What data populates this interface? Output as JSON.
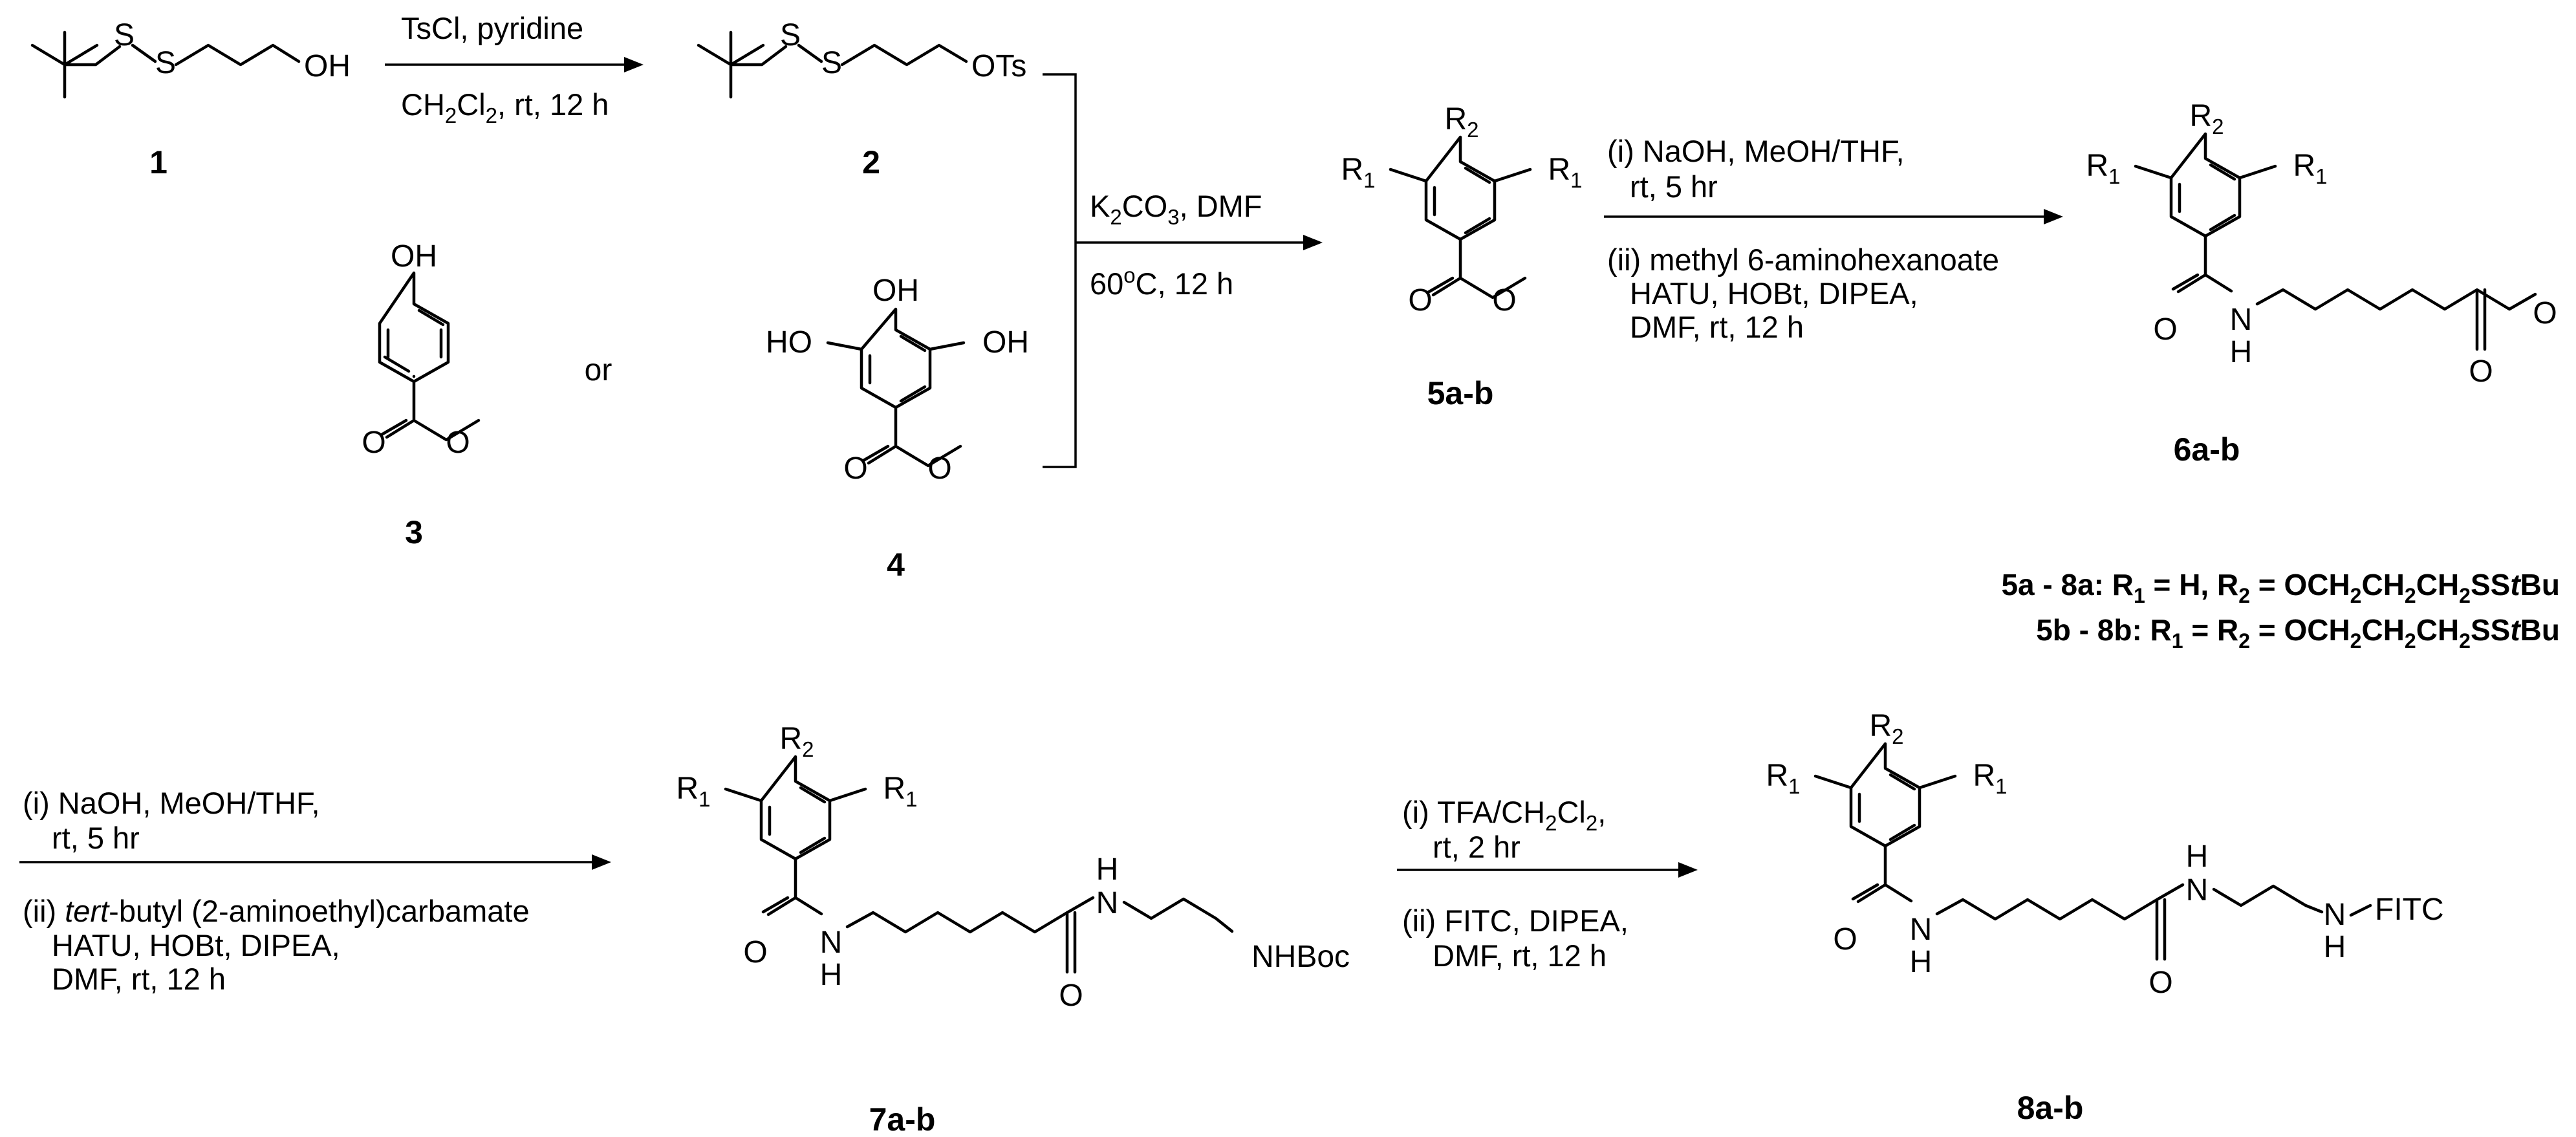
{
  "compounds": {
    "c1": {
      "label": "1",
      "oh": "OH"
    },
    "c2": {
      "label": "2",
      "ots": "OTs"
    },
    "c3": {
      "label": "3",
      "oh": "OH",
      "o": "O",
      "o2": "O"
    },
    "c4": {
      "label": "4",
      "oh_top": "OH",
      "oh_left": "HO",
      "oh_right": "OH",
      "o": "O",
      "o2": "O"
    },
    "c5": {
      "label": "5a-b",
      "r1": "R",
      "r2": "R",
      "sub1": "1",
      "sub2": "2",
      "o": "O",
      "o2": "O"
    },
    "c6": {
      "label": "6a-b",
      "r1": "R",
      "r2": "R",
      "sub1": "1",
      "sub2": "2",
      "o": "O",
      "n": "N",
      "h": "H",
      "o2": "O",
      "o3": "O"
    },
    "c7": {
      "label": "7a-b",
      "r1": "R",
      "r2": "R",
      "sub1": "1",
      "sub2": "2",
      "o": "O",
      "n": "N",
      "h": "H",
      "o2": "O",
      "nboc": "NHBoc"
    },
    "c8": {
      "label": "8a-b",
      "r1": "R",
      "r2": "R",
      "sub1": "1",
      "sub2": "2",
      "o": "O",
      "n": "N",
      "h": "H",
      "o2": "O",
      "fitc": "FITC"
    }
  },
  "atoms": {
    "s": "S"
  },
  "or_text": "or",
  "reactions": {
    "step1": {
      "top": "TsCl, pyridine",
      "bottom_a": "CH",
      "bottom_sub1": "2",
      "bottom_b": "Cl",
      "bottom_sub2": "2",
      "bottom_c": ", rt, 12 h"
    },
    "step2": {
      "top_a": "K",
      "top_sub1": "2",
      "top_b": "CO",
      "top_sub2": "3",
      "top_c": ", DMF",
      "bottom_a": "60",
      "bottom_sup": "o",
      "bottom_b": "C, 12 h"
    },
    "step3": {
      "line1": "(i) NaOH, MeOH/THF,",
      "line2": "rt, 5 hr",
      "line3": "(ii) methyl 6-aminohexanoate",
      "line4": "HATU, HOBt, DIPEA,",
      "line5": "DMF, rt, 12 h"
    },
    "step4": {
      "line1": "(i) NaOH, MeOH/THF,",
      "line2": "rt, 5 hr",
      "line3_a": "(ii) ",
      "line3_it": "tert",
      "line3_b": "-butyl (2-aminoethyl)carbamate",
      "line4": "HATU, HOBt, DIPEA,",
      "line5": "DMF, rt, 12 h"
    },
    "step5": {
      "line1_a": "(i) TFA/CH",
      "line1_sub": "2",
      "line1_b": "Cl",
      "line1_sub2": "2",
      "line1_c": ",",
      "line2": "rt, 2 hr",
      "line3": "(ii) FITC, DIPEA,",
      "line4": "DMF, rt, 12 h"
    }
  },
  "definitions": {
    "a": {
      "head": "5a - 8a: R",
      "s1": "1",
      "m1": " = H, R",
      "s2": "2",
      "m2": " = OCH",
      "s3": "2",
      "m3": "CH",
      "s4": "2",
      "m4": "CH",
      "s5": "2",
      "m5": "SS",
      "it": "t",
      "tail": "Bu"
    },
    "b": {
      "head": "5b - 8b: R",
      "s1": "1",
      "m1": " = R",
      "s2": "2",
      "m2": " = OCH",
      "s3": "2",
      "m3": "CH",
      "s4": "2",
      "m4": "CH",
      "s5": "2",
      "m5": "SS",
      "it": "t",
      "tail": "Bu"
    }
  }
}
